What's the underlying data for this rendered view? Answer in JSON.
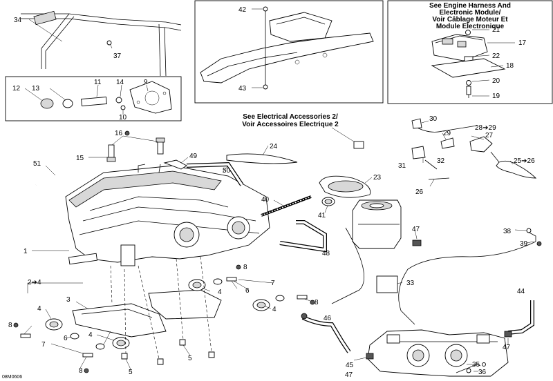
{
  "notes": {
    "engine_harness": [
      "See Engine Harness And",
      "Electronic Module/",
      "Voir Câblage Moteur Et",
      "Module Electronique"
    ],
    "electrical_accessories": [
      "See Electrical Accessories 2/",
      "Voir Accessoires Electrique 2"
    ]
  },
  "drawing_code": "08M0606",
  "labels": {
    "l34": "34",
    "l37": "37",
    "l42": "42",
    "l43": "43",
    "l21": "21",
    "l17": "17",
    "l22": "22",
    "l18": "18",
    "l20": "20",
    "l19": "19",
    "l12": "12",
    "l13": "13",
    "l11": "11",
    "l14": "14",
    "l9": "9",
    "l10": "10",
    "l16": "16",
    "l15": "15",
    "l24": "24",
    "l49": "49",
    "l51": "51",
    "l50": "50",
    "l23": "23",
    "l40": "40",
    "l41": "41",
    "l1": "1",
    "l30": "30",
    "l28": "28➔29",
    "l29": "29",
    "l27": "27",
    "l31": "31",
    "l32": "32",
    "l25": "25➔26",
    "l26": "26",
    "l47a": "47",
    "l38": "38",
    "l39": "39",
    "l48": "48",
    "l2": "2➔4",
    "l3": "3",
    "l4a": "4",
    "l4b": "4",
    "l4c": "4",
    "l4d": "4",
    "l8a": "8",
    "l8b": "8",
    "l8c": "8",
    "l6a": "6",
    "l6b": "6",
    "l7a": "7",
    "l7b": "7",
    "l5a": "5",
    "l5b": "5",
    "l46": "46",
    "l33": "33",
    "l44": "44",
    "l47b": "47",
    "l45": "45",
    "l47c": "47",
    "l35": "35",
    "l36": "36"
  },
  "colors": {
    "ink": "#000000",
    "background": "#ffffff",
    "shade": "#d8d8d8"
  }
}
